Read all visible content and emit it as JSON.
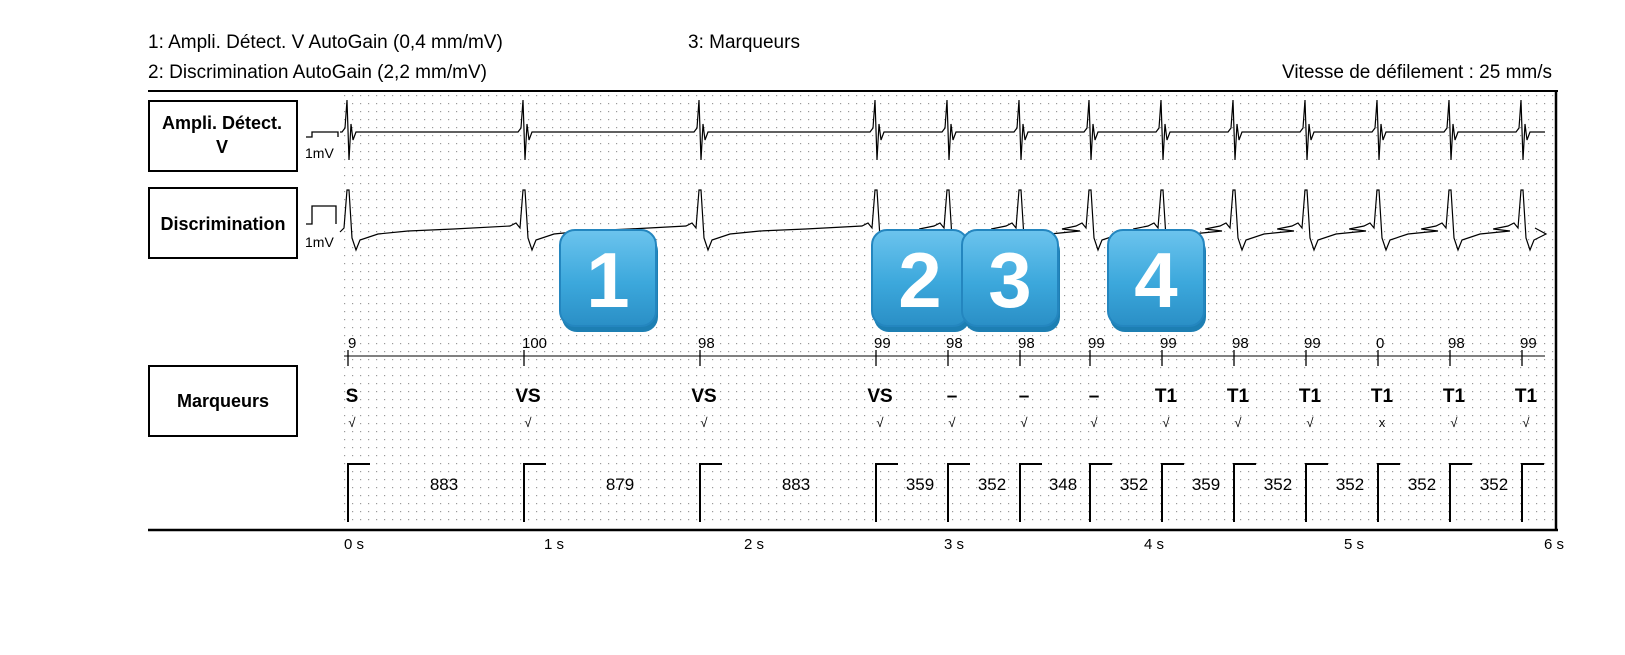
{
  "header": {
    "channel1": "1:  Ampli. Détect. V   AutoGain (0,4 mm/mV)",
    "channel2": "2:  Discrimination   AutoGain (2,2 mm/mV)",
    "channel3": "3:  Marqueurs",
    "speed": "Vitesse de défilement : 25 mm/s"
  },
  "labels": {
    "ampli": [
      "Ampli. Détect.",
      "V"
    ],
    "discrimination": "Discrimination",
    "marqueurs": "Marqueurs",
    "cal": "1mV"
  },
  "beats_s": [
    0.02,
    0.9,
    1.78,
    2.66,
    3.02,
    3.38,
    3.73,
    4.09,
    4.45,
    4.81,
    5.17,
    5.53,
    5.89
  ],
  "rates": [
    "9",
    "100",
    "98",
    "99",
    "98",
    "98",
    "99",
    "99",
    "98",
    "99",
    "0",
    "98",
    "99"
  ],
  "markers": [
    "S",
    "VS",
    "VS",
    "VS",
    "–",
    "–",
    "–",
    "T1",
    "T1",
    "T1",
    "T1",
    "T1",
    "T1"
  ],
  "ticks": [
    "√",
    "√",
    "√",
    "√",
    "√",
    "√",
    "√",
    "√",
    "√",
    "√",
    "x",
    "√",
    "√"
  ],
  "intervals": [
    "883",
    "879",
    "883",
    "359",
    "352",
    "348",
    "352",
    "359",
    "352",
    "352",
    "352",
    "352"
  ],
  "time_axis": [
    "0 s",
    "1 s",
    "2 s",
    "3 s",
    "4 s",
    "5 s",
    "6 s"
  ],
  "badges": [
    {
      "label": "1",
      "t": 1.32
    },
    {
      "label": "2",
      "t": 2.88
    },
    {
      "label": "3",
      "t": 3.33
    },
    {
      "label": "4",
      "t": 4.06
    }
  ],
  "colors": {
    "badge": "#3ca8dc",
    "badge_dark": "#1d7fb3",
    "grid": "#9a9a9a"
  }
}
